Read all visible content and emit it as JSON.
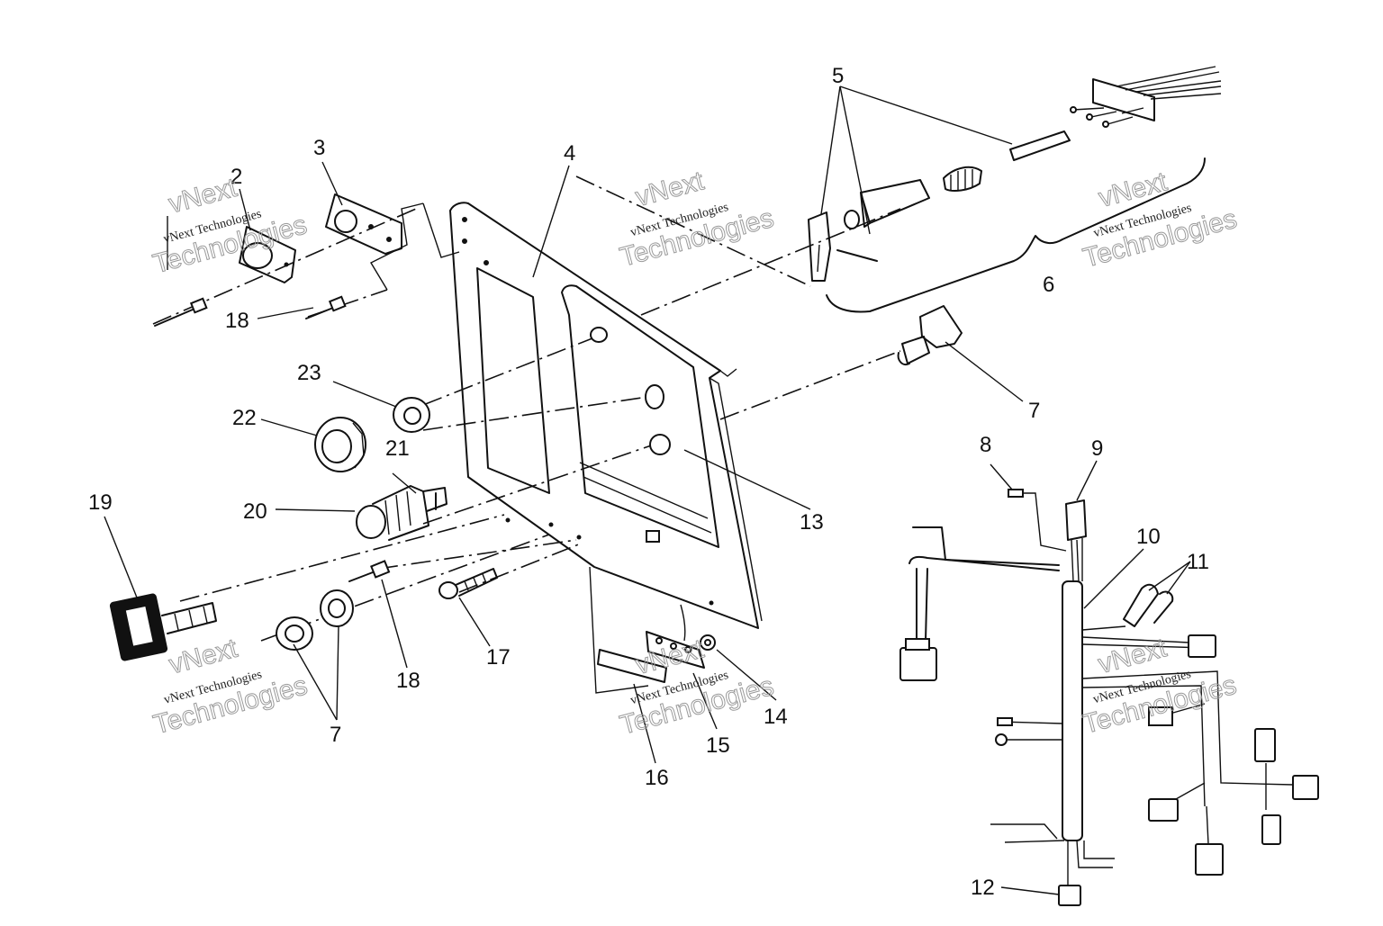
{
  "diagram": {
    "callouts": [
      {
        "id": "c-2",
        "text": "2"
      },
      {
        "id": "c-3",
        "text": "3"
      },
      {
        "id": "c-4",
        "text": "4"
      },
      {
        "id": "c-5",
        "text": "5"
      },
      {
        "id": "c-6",
        "text": "6"
      },
      {
        "id": "c-7-toggle",
        "text": "7"
      },
      {
        "id": "c-7-nut",
        "text": "7"
      },
      {
        "id": "c-8",
        "text": "8"
      },
      {
        "id": "c-9",
        "text": "9"
      },
      {
        "id": "c-10",
        "text": "10"
      },
      {
        "id": "c-11",
        "text": "11"
      },
      {
        "id": "c-12",
        "text": "12"
      },
      {
        "id": "c-13",
        "text": "13"
      },
      {
        "id": "c-14",
        "text": "14"
      },
      {
        "id": "c-15",
        "text": "15"
      },
      {
        "id": "c-16",
        "text": "16"
      },
      {
        "id": "c-17",
        "text": "17"
      },
      {
        "id": "c-18-top",
        "text": "18"
      },
      {
        "id": "c-18-bottom",
        "text": "18"
      },
      {
        "id": "c-19",
        "text": "19"
      },
      {
        "id": "c-20",
        "text": "20"
      },
      {
        "id": "c-21",
        "text": "21"
      },
      {
        "id": "c-22",
        "text": "22"
      },
      {
        "id": "c-23",
        "text": "23"
      }
    ],
    "watermark": {
      "line_small": "vNext Technologies",
      "line_top": "vNext",
      "line_big": "Technologies"
    }
  }
}
